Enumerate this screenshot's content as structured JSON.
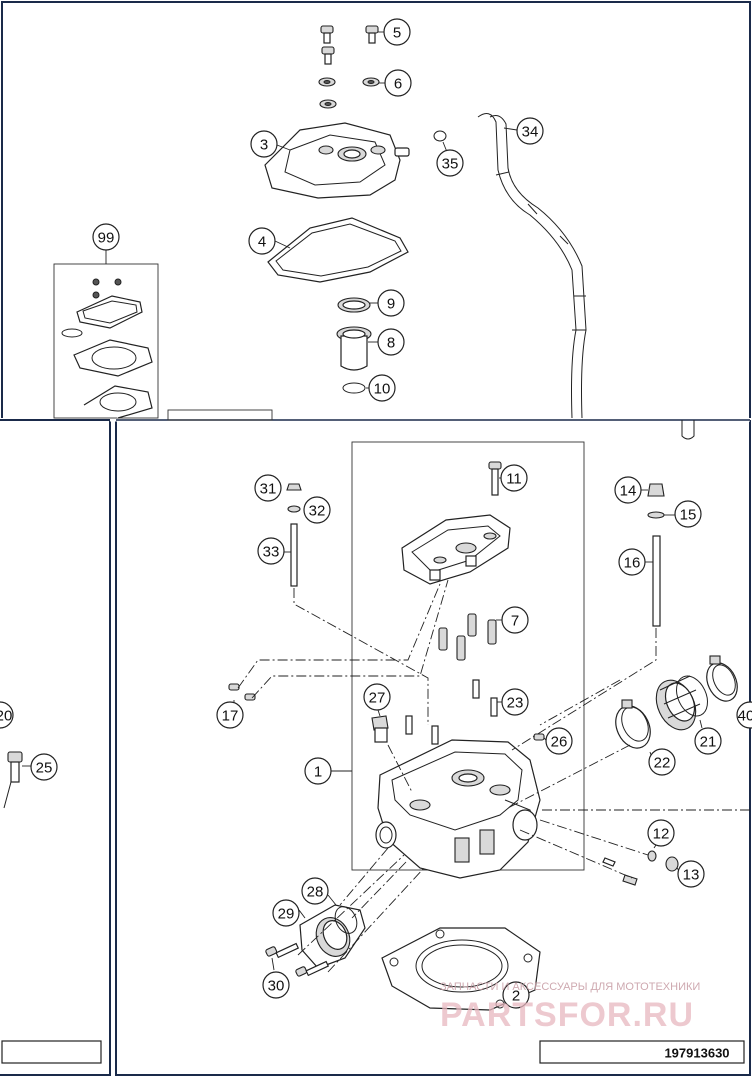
{
  "diagram": {
    "document_number": "197913630",
    "watermark": {
      "tagline": "ЗАПЧАСТИ И АКСЕССУАРЫ ДЛЯ МОТОТЕХНИКИ",
      "brand": "PARTSFOR.RU"
    },
    "callouts": [
      {
        "id": "callout-5",
        "label": "5"
      },
      {
        "id": "callout-6",
        "label": "6"
      },
      {
        "id": "callout-3",
        "label": "3"
      },
      {
        "id": "callout-34",
        "label": "34"
      },
      {
        "id": "callout-35",
        "label": "35"
      },
      {
        "id": "callout-99",
        "label": "99"
      },
      {
        "id": "callout-4",
        "label": "4"
      },
      {
        "id": "callout-9",
        "label": "9"
      },
      {
        "id": "callout-8",
        "label": "8"
      },
      {
        "id": "callout-10",
        "label": "10"
      },
      {
        "id": "callout-11",
        "label": "11"
      },
      {
        "id": "callout-31",
        "label": "31"
      },
      {
        "id": "callout-32",
        "label": "32"
      },
      {
        "id": "callout-14",
        "label": "14"
      },
      {
        "id": "callout-15",
        "label": "15"
      },
      {
        "id": "callout-33",
        "label": "33"
      },
      {
        "id": "callout-16",
        "label": "16"
      },
      {
        "id": "callout-7",
        "label": "7"
      },
      {
        "id": "callout-17",
        "label": "17"
      },
      {
        "id": "callout-27",
        "label": "27"
      },
      {
        "id": "callout-23",
        "label": "23"
      },
      {
        "id": "callout-40",
        "label": "40"
      },
      {
        "id": "callout-21",
        "label": "21"
      },
      {
        "id": "callout-26",
        "label": "26"
      },
      {
        "id": "callout-25",
        "label": "25"
      },
      {
        "id": "callout-22",
        "label": "22"
      },
      {
        "id": "callout-1",
        "label": "1"
      },
      {
        "id": "callout-12",
        "label": "12"
      },
      {
        "id": "callout-13",
        "label": "13"
      },
      {
        "id": "callout-28",
        "label": "28"
      },
      {
        "id": "callout-29",
        "label": "29"
      },
      {
        "id": "callout-2",
        "label": "2"
      },
      {
        "id": "callout-30",
        "label": "30"
      },
      {
        "id": "callout-20-partial",
        "label": "20"
      }
    ]
  }
}
